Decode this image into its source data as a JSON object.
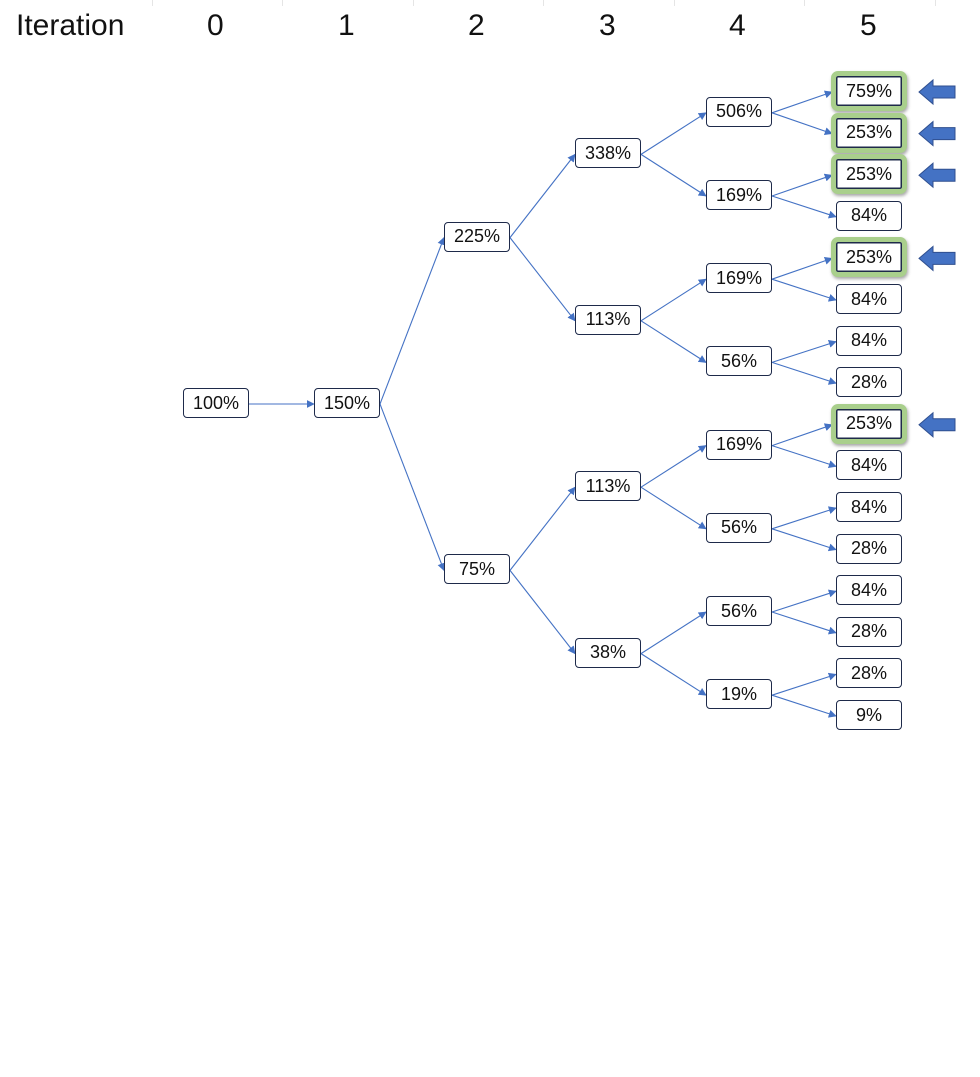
{
  "header": {
    "label": "Iteration",
    "iterations": [
      "0",
      "1",
      "2",
      "3",
      "4",
      "5"
    ]
  },
  "colors": {
    "edge": "#4472c4",
    "node_border": "#1e2a4a",
    "highlight": "#a9cf8c",
    "marker": "#4472c4"
  },
  "tree": {
    "label": "100%",
    "children": [
      {
        "label": "150%",
        "children": [
          {
            "label": "225%",
            "children": [
              {
                "label": "338%",
                "children": [
                  {
                    "label": "506%",
                    "children": [
                      {
                        "label": "759%",
                        "highlight": true
                      },
                      {
                        "label": "253%",
                        "highlight": true
                      }
                    ]
                  },
                  {
                    "label": "169%",
                    "children": [
                      {
                        "label": "253%",
                        "highlight": true
                      },
                      {
                        "label": "84%"
                      }
                    ]
                  }
                ]
              },
              {
                "label": "113%",
                "children": [
                  {
                    "label": "169%",
                    "children": [
                      {
                        "label": "253%",
                        "highlight": true
                      },
                      {
                        "label": "84%"
                      }
                    ]
                  },
                  {
                    "label": "56%",
                    "children": [
                      {
                        "label": "84%"
                      },
                      {
                        "label": "28%"
                      }
                    ]
                  }
                ]
              }
            ]
          },
          {
            "label": "75%",
            "children": [
              {
                "label": "113%",
                "children": [
                  {
                    "label": "169%",
                    "children": [
                      {
                        "label": "253%",
                        "highlight": true
                      },
                      {
                        "label": "84%"
                      }
                    ]
                  },
                  {
                    "label": "56%",
                    "children": [
                      {
                        "label": "84%"
                      },
                      {
                        "label": "28%"
                      }
                    ]
                  }
                ]
              },
              {
                "label": "38%",
                "children": [
                  {
                    "label": "56%",
                    "children": [
                      {
                        "label": "84%"
                      },
                      {
                        "label": "28%"
                      }
                    ]
                  },
                  {
                    "label": "19%",
                    "children": [
                      {
                        "label": "28%"
                      },
                      {
                        "label": "9%"
                      }
                    ]
                  }
                ]
              }
            ]
          }
        ]
      }
    ]
  }
}
